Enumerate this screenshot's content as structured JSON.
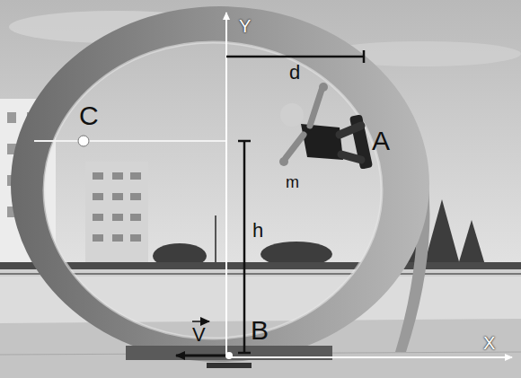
{
  "diagram": {
    "labels": [
      "Y",
      "d",
      "C",
      "A",
      "m",
      "h",
      "B",
      "V",
      "X"
    ]
  }
}
